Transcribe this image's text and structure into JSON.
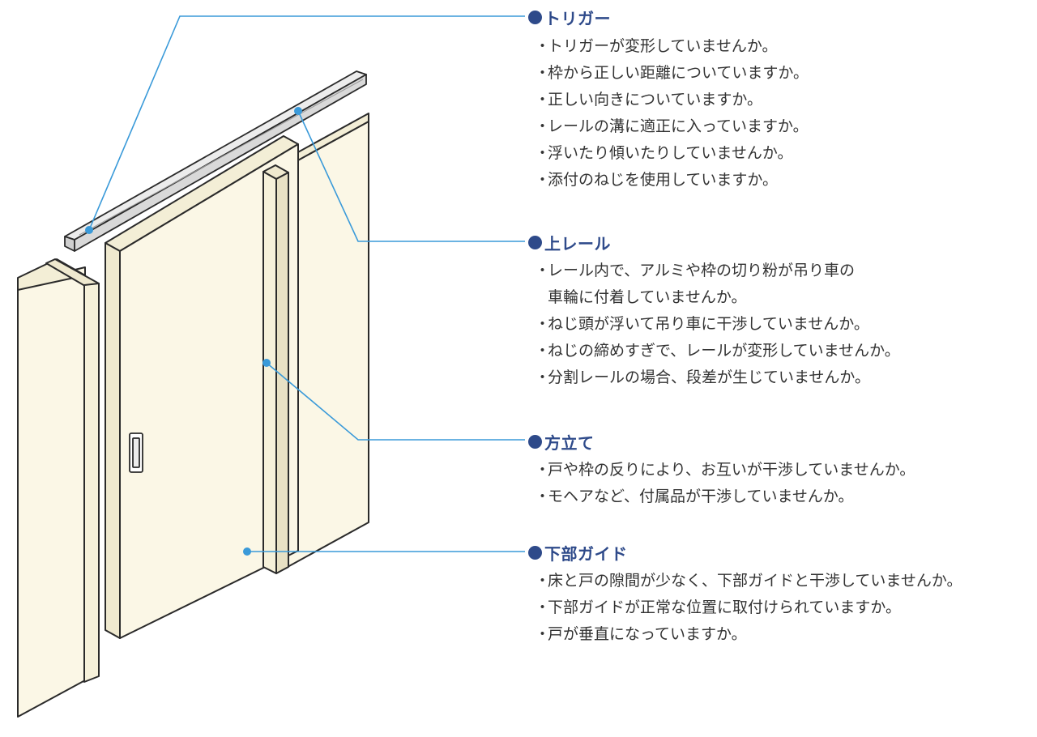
{
  "sections": [
    {
      "heading": "トリガー",
      "items": [
        "トリガーが変形していませんか。",
        "枠から正しい距離についていますか。",
        "正しい向きについていますか。",
        "レールの溝に適正に入っていますか。",
        "浮いたり傾いたりしていませんか。",
        "添付のねじを使用していますか。"
      ]
    },
    {
      "heading": "上レール",
      "items": [
        "レール内で、アルミや枠の切り粉が吊り車の",
        "車輪に付着していませんか。",
        "ねじ頭が浮いて吊り車に干渉していませんか。",
        "ねじの締めすぎで、レールが変形していませんか。",
        "分割レールの場合、段差が生じていませんか。"
      ]
    },
    {
      "heading": "方立て",
      "items": [
        "戸や枠の反りにより、お互いが干渉していませんか。",
        "モヘアなど、付属品が干渉していませんか。"
      ]
    },
    {
      "heading": "下部ガイド",
      "items": [
        "床と戸の隙間が少なく、下部ガイドと干渉していませんか。",
        "下部ガイドが正常な位置に取付けられていますか。",
        "戸が垂直になっていますか。"
      ]
    }
  ],
  "colors": {
    "heading": "#2e4a8a",
    "leader_line": "#3a9ad9",
    "panel_fill": "#fbf7e6",
    "outline": "#2a2a2a"
  }
}
